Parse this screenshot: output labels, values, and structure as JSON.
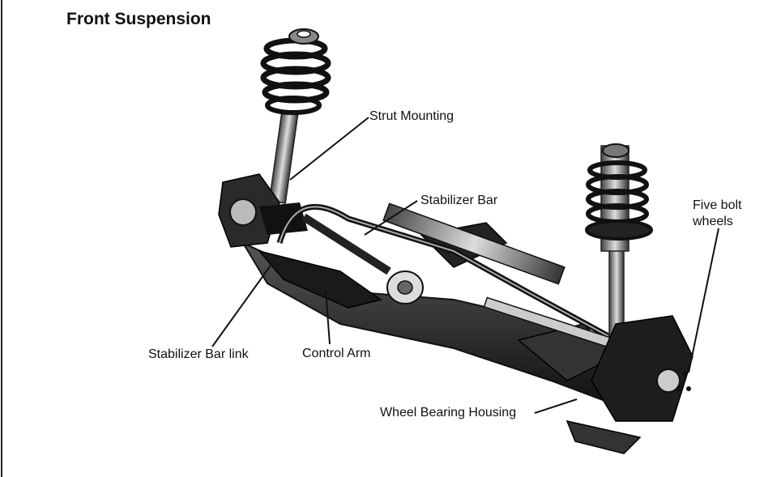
{
  "title": "Front Suspension",
  "labels": {
    "strut_mounting": "Strut Mounting",
    "stabilizer_bar": "Stabilizer Bar",
    "five_bolt_line1": "Five bolt",
    "five_bolt_line2": "wheels",
    "stabilizer_bar_link": "Stabilizer Bar link",
    "control_arm": "Control Arm",
    "wheel_bearing_housing": "Wheel Bearing Housing"
  }
}
